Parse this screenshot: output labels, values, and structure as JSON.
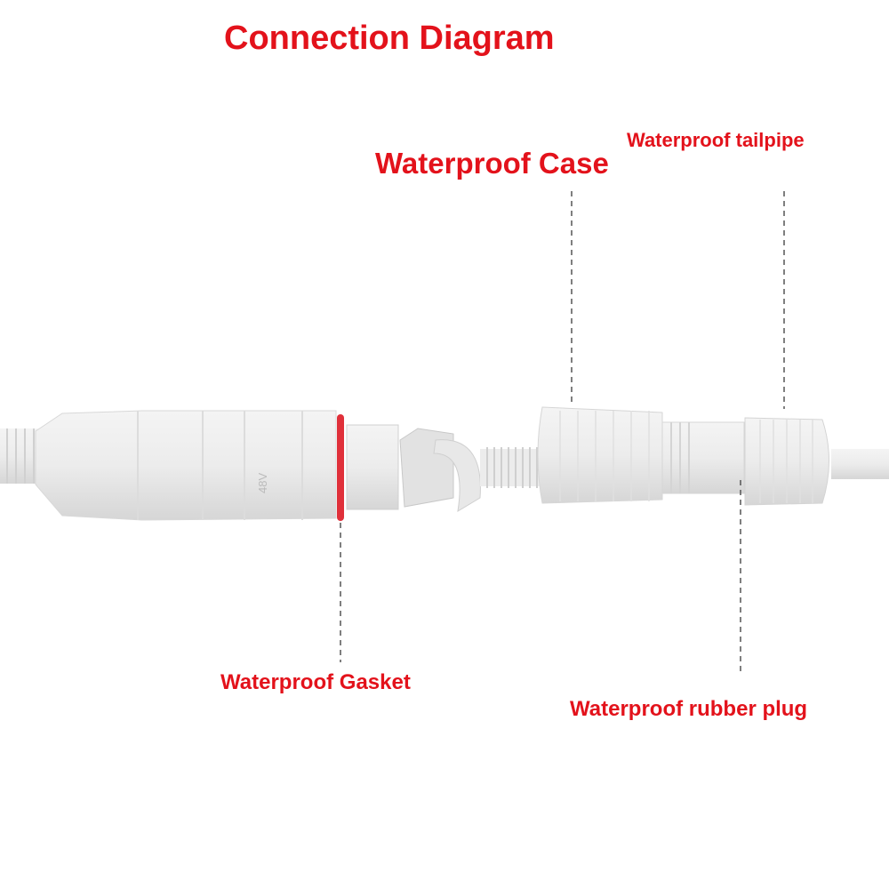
{
  "title": "Connection Diagram",
  "labels": {
    "case": "Waterproof Case",
    "tailpipe": "Waterproof tailpipe",
    "gasket": "Waterproof Gasket",
    "plug": "Waterproof rubber plug"
  },
  "connector_marking": "48V",
  "colors": {
    "label": "#e3121b",
    "gasket_ring": "#e0303a",
    "plastic": "#eeeeee"
  }
}
